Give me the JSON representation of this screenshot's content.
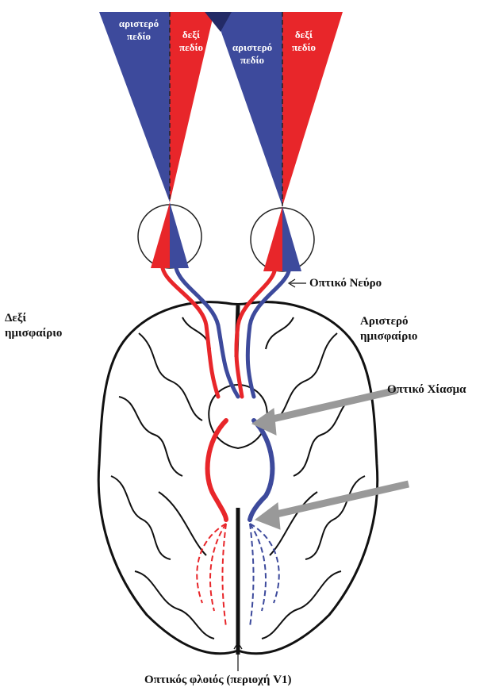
{
  "fields": {
    "left_eye_left_field": "αριστερό\nπεδίο",
    "left_eye_right_field": "δεξί\nπεδίο",
    "right_eye_left_field": "αριστερό\nπεδίο",
    "right_eye_right_field": "δεξί\nπεδίο"
  },
  "labels": {
    "optic_nerve": "Οπτικό Νεύρο",
    "right_hemisphere": "Δεξί\nημισφαίριο",
    "left_hemisphere": "Αριστερό\nημισφαίριο",
    "optic_chiasm": "Οπτικό Χίασμα",
    "visual_cortex": "Οπτικός φλοιός (περιοχή V1)"
  },
  "colors": {
    "left_field": "#3d4a9c",
    "right_field": "#e8262a",
    "pointer_arrow": "#999999"
  }
}
